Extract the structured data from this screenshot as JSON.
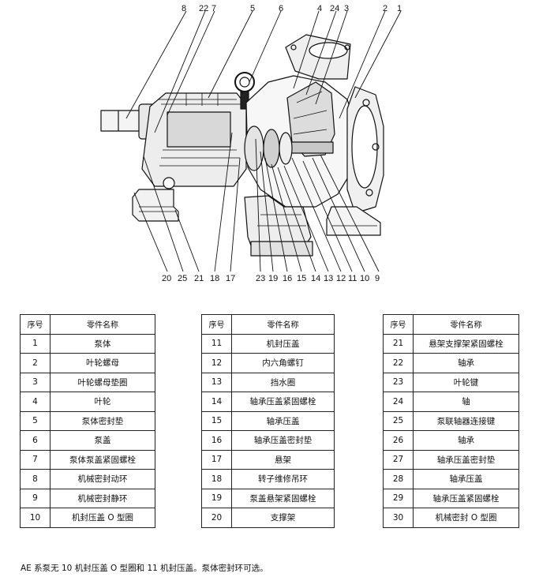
{
  "diagram": {
    "top_callouts": [
      "8",
      "22",
      "7",
      "5",
      "6",
      "4",
      "24",
      "3",
      "2",
      "1"
    ],
    "bottom_callouts": [
      "20",
      "25",
      "21",
      "18",
      "17",
      "23",
      "19",
      "16",
      "15",
      "14",
      "13",
      "12",
      "11",
      "10",
      "9"
    ]
  },
  "table_headers": {
    "no": "序号",
    "name": "零件名称"
  },
  "tables": [
    {
      "rows": [
        {
          "no": "1",
          "name": "泵体"
        },
        {
          "no": "2",
          "name": "叶轮螺母"
        },
        {
          "no": "3",
          "name": "叶轮螺母垫圈"
        },
        {
          "no": "4",
          "name": "叶轮"
        },
        {
          "no": "5",
          "name": "泵体密封垫"
        },
        {
          "no": "6",
          "name": "泵盖"
        },
        {
          "no": "7",
          "name": "泵体泵盖紧固螺栓"
        },
        {
          "no": "8",
          "name": "机械密封动环"
        },
        {
          "no": "9",
          "name": "机械密封静环"
        },
        {
          "no": "10",
          "name": "机封压盖 O 型圈"
        }
      ]
    },
    {
      "rows": [
        {
          "no": "11",
          "name": "机封压盖"
        },
        {
          "no": "12",
          "name": "内六角螺钉"
        },
        {
          "no": "13",
          "name": "挡水圈"
        },
        {
          "no": "14",
          "name": "轴承压盖紧固螺栓"
        },
        {
          "no": "15",
          "name": "轴承压盖"
        },
        {
          "no": "16",
          "name": "轴承压盖密封垫"
        },
        {
          "no": "17",
          "name": "悬架"
        },
        {
          "no": "18",
          "name": "转子维修吊环"
        },
        {
          "no": "19",
          "name": "泵盖悬架紧固螺栓"
        },
        {
          "no": "20",
          "name": "支撑架"
        }
      ]
    },
    {
      "rows": [
        {
          "no": "21",
          "name": "悬架支撑架紧固螺栓"
        },
        {
          "no": "22",
          "name": "轴承"
        },
        {
          "no": "23",
          "name": "叶轮键"
        },
        {
          "no": "24",
          "name": "轴"
        },
        {
          "no": "25",
          "name": "泵联轴器连接键"
        },
        {
          "no": "26",
          "name": "轴承"
        },
        {
          "no": "27",
          "name": "轴承压盖密封垫"
        },
        {
          "no": "28",
          "name": "轴承压盖"
        },
        {
          "no": "29",
          "name": "轴承压盖紧固螺栓"
        },
        {
          "no": "30",
          "name": "机械密封 O 型圈"
        }
      ]
    }
  ],
  "footnote": "AE 系泵无 10 机封压盖 O 型圈和 11 机封压盖。泵体密封环可选。"
}
